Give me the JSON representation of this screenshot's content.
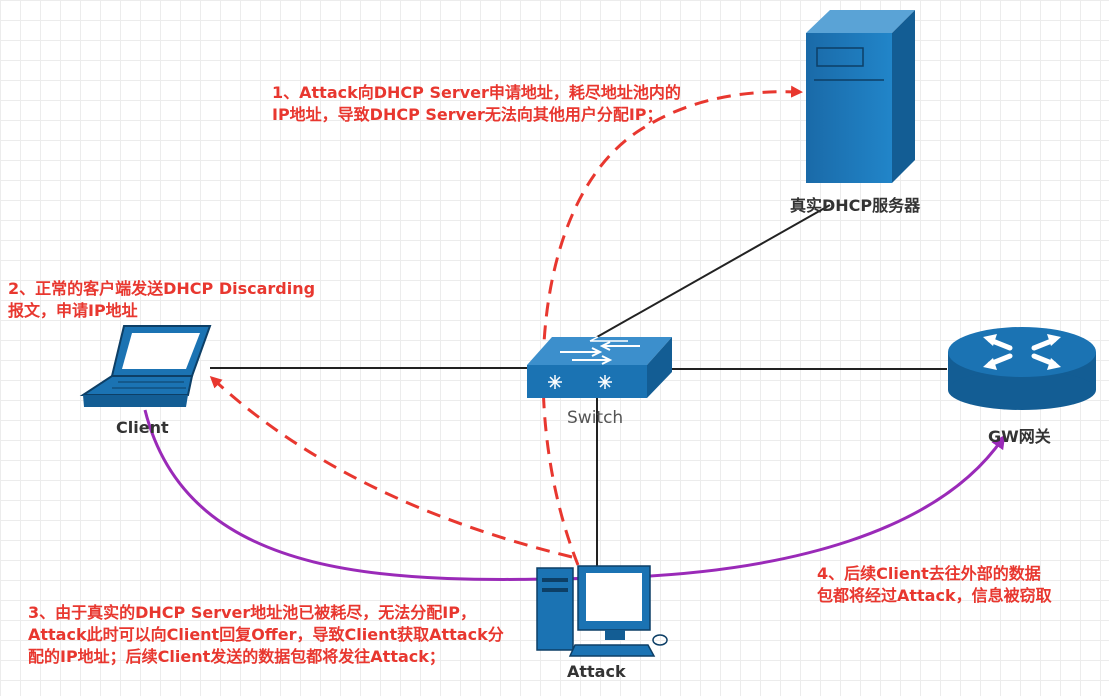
{
  "annotations": {
    "step1": [
      "1、Attack向DHCP Server申请地址，耗尽地址池内的",
      "IP地址，导致DHCP Server无法向其他用户分配IP；"
    ],
    "step2": [
      "2、正常的客户端发送DHCP Discarding",
      "报文，申请IP地址"
    ],
    "step3": [
      "3、由于真实的DHCP Server地址池已被耗尽，无法分配IP，",
      "Attack此时可以向Client回复Offer，导致Client获取Attack分",
      "配的IP地址；后续Client发送的数据包都将发往Attack；"
    ],
    "step4": [
      "4、后续Client去往外部的数据",
      "包都将经过Attack，信息被窃取"
    ]
  },
  "nodes": {
    "server": "真实DHCP服务器",
    "client": "Client",
    "switch": "Switch",
    "gateway": "GW网关",
    "attack": "Attack"
  },
  "colors": {
    "annotation": "#e8372f",
    "device_blue": "#1b73b3",
    "purple_path": "#9a2ab8",
    "link": "#222222"
  },
  "icons": [
    "server-icon",
    "laptop-icon",
    "switch-icon",
    "router-icon",
    "desktop-computer-icon"
  ]
}
